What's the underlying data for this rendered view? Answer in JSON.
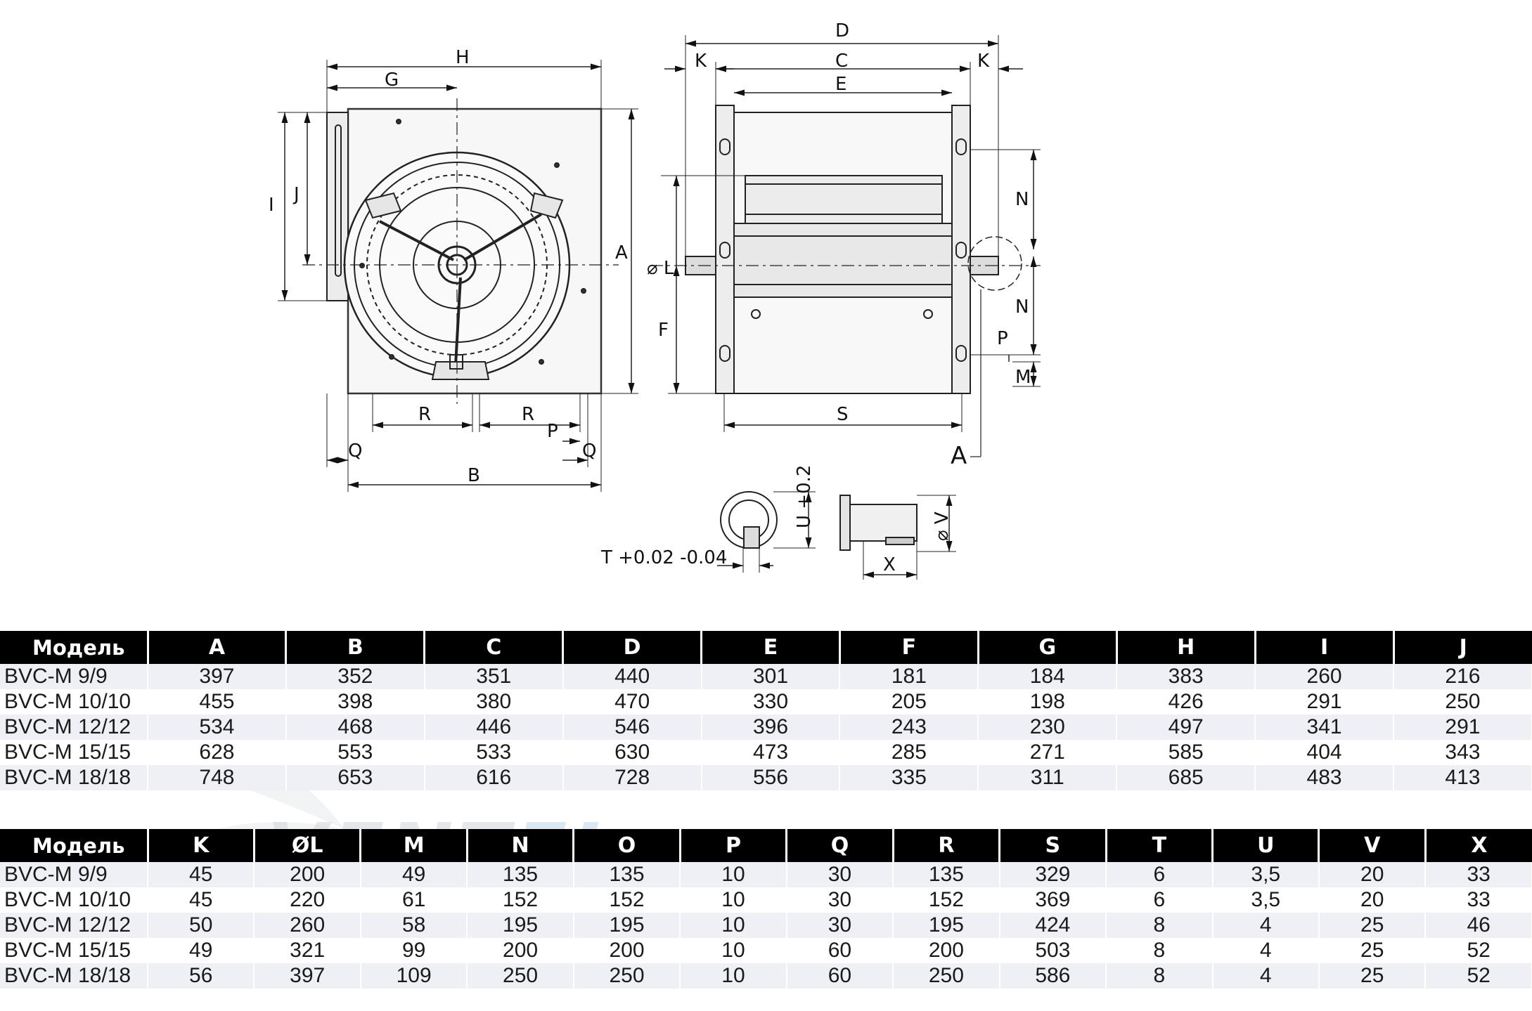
{
  "drawing": {
    "front_labels": {
      "H": "H",
      "G": "G",
      "I": "I",
      "J": "J",
      "A": "A",
      "R1": "R",
      "R2": "R",
      "P": "P",
      "Q1": "Q",
      "Q2": "Q",
      "B": "B"
    },
    "side_labels": {
      "D": "D",
      "K1": "K",
      "C": "C",
      "K2": "K",
      "E": "E",
      "N1": "N",
      "N2": "N",
      "L": "⌀ L",
      "F": "F",
      "P": "P",
      "M": "M",
      "S": "S",
      "A": "A"
    },
    "detail_labels": {
      "U": "U +0.2",
      "T": "T +0.02 -0.04",
      "V": "⌀ V",
      "X": "X"
    }
  },
  "table1": {
    "headers": [
      "Модель",
      "A",
      "B",
      "C",
      "D",
      "E",
      "F",
      "G",
      "H",
      "I",
      "J"
    ],
    "rows": [
      [
        "BVC-M 9/9",
        "397",
        "352",
        "351",
        "440",
        "301",
        "181",
        "184",
        "383",
        "260",
        "216"
      ],
      [
        "BVC-M 10/10",
        "455",
        "398",
        "380",
        "470",
        "330",
        "205",
        "198",
        "426",
        "291",
        "250"
      ],
      [
        "BVC-M 12/12",
        "534",
        "468",
        "446",
        "546",
        "396",
        "243",
        "230",
        "497",
        "341",
        "291"
      ],
      [
        "BVC-M 15/15",
        "628",
        "553",
        "533",
        "630",
        "473",
        "285",
        "271",
        "585",
        "404",
        "343"
      ],
      [
        "BVC-M 18/18",
        "748",
        "653",
        "616",
        "728",
        "556",
        "335",
        "311",
        "685",
        "483",
        "413"
      ]
    ]
  },
  "table2": {
    "headers": [
      "Модель",
      "K",
      "ØL",
      "M",
      "N",
      "O",
      "P",
      "Q",
      "R",
      "S",
      "T",
      "U",
      "V",
      "X"
    ],
    "rows": [
      [
        "BVC-M 9/9",
        "45",
        "200",
        "49",
        "135",
        "135",
        "10",
        "30",
        "135",
        "329",
        "6",
        "3,5",
        "20",
        "33"
      ],
      [
        "BVC-M 10/10",
        "45",
        "220",
        "61",
        "152",
        "152",
        "10",
        "30",
        "152",
        "369",
        "6",
        "3,5",
        "20",
        "33"
      ],
      [
        "BVC-M 12/12",
        "50",
        "260",
        "58",
        "195",
        "195",
        "10",
        "30",
        "195",
        "424",
        "8",
        "4",
        "25",
        "46"
      ],
      [
        "BVC-M 15/15",
        "49",
        "321",
        "99",
        "200",
        "200",
        "10",
        "60",
        "200",
        "503",
        "8",
        "4",
        "25",
        "52"
      ],
      [
        "BVC-M 18/18",
        "56",
        "397",
        "109",
        "250",
        "250",
        "10",
        "60",
        "250",
        "586",
        "8",
        "4",
        "25",
        "52"
      ]
    ]
  },
  "watermark": {
    "text_main": "VENT",
    "text_accent": "EL"
  }
}
